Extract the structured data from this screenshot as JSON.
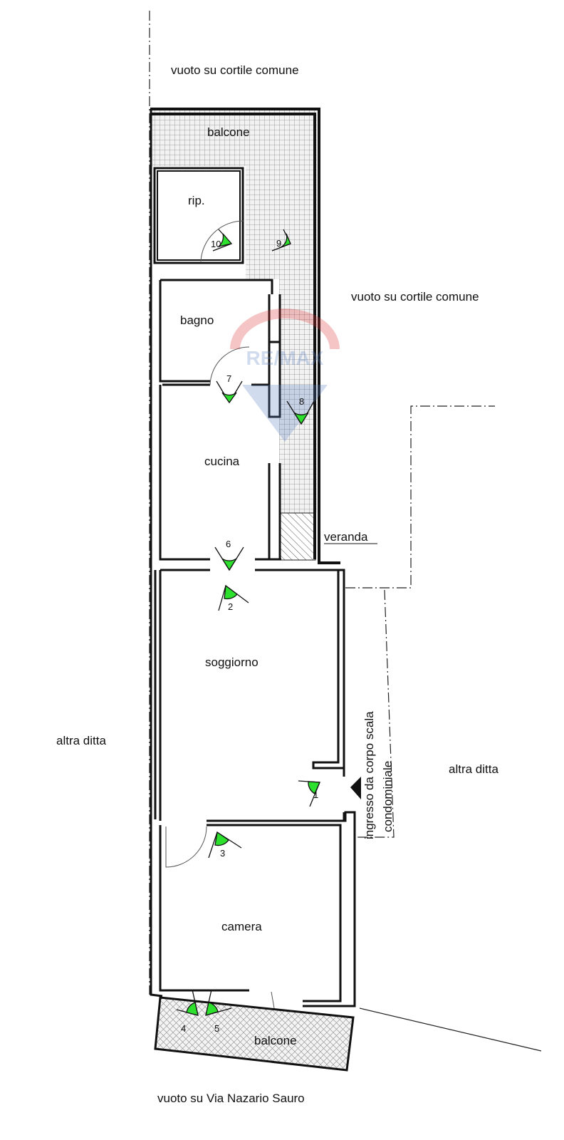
{
  "outside_labels": {
    "top": "vuoto su cortile comune",
    "right": "vuoto su cortile comune",
    "left": "altra ditta",
    "right_bottom": "altra ditta",
    "bottom": "vuoto su Via Nazario Sauro"
  },
  "rooms": {
    "balcone_top": "balcone",
    "rip": "rip.",
    "bagno": "bagno",
    "cucina": "cucina",
    "veranda": "veranda",
    "soggiorno": "soggiorno",
    "camera": "camera",
    "balcone_bottom": "balcone"
  },
  "entrance": {
    "line1": "ingresso da corpo scala",
    "line2": "condominiale"
  },
  "viewpoints": [
    "1",
    "2",
    "3",
    "4",
    "5",
    "6",
    "7",
    "8",
    "9",
    "10"
  ],
  "watermark": "RE/MAX",
  "colors": {
    "wall": "#111111",
    "viewpoint": "#2ee02e",
    "hatch": "#555555"
  }
}
